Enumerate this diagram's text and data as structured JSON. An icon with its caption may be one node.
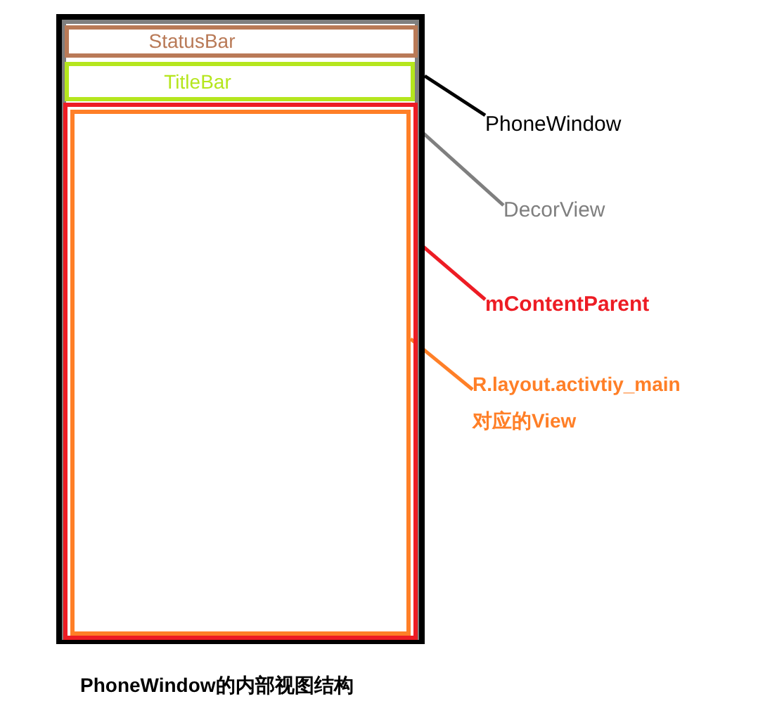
{
  "diagram": {
    "caption": "PhoneWindow的内部视图结构",
    "nodes": [
      {
        "text": [],
        "shape": "box"
      },
      {
        "text": [],
        "shape": "box",
        "in": 0
      },
      {
        "text": [
          "StatusBar"
        ],
        "in": 1
      },
      {
        "text": [
          "TitleBar"
        ],
        "in": 1
      },
      {
        "text": [],
        "shape": "box",
        "in": 1
      },
      {
        "text": [],
        "shape": "box",
        "in": 4
      },
      {
        "text": [
          "PhoneWindow"
        ]
      },
      {
        "text": [
          "DecorView"
        ]
      },
      {
        "text": [
          "mContentParent"
        ]
      },
      {
        "text": [
          "R.layout.activtiy_main 对应的View"
        ]
      }
    ],
    "edges": [
      {
        "from": 6,
        "to": 0,
        "arrow": "none",
        "color": "#000000"
      },
      {
        "from": 7,
        "to": 1,
        "arrow": "none",
        "color": "#7f7f7f"
      },
      {
        "from": 8,
        "to": 4,
        "arrow": "none",
        "color": "#ed1c24"
      },
      {
        "from": 9,
        "to": 5,
        "arrow": "none",
        "color": "#ff7f27"
      }
    ]
  }
}
